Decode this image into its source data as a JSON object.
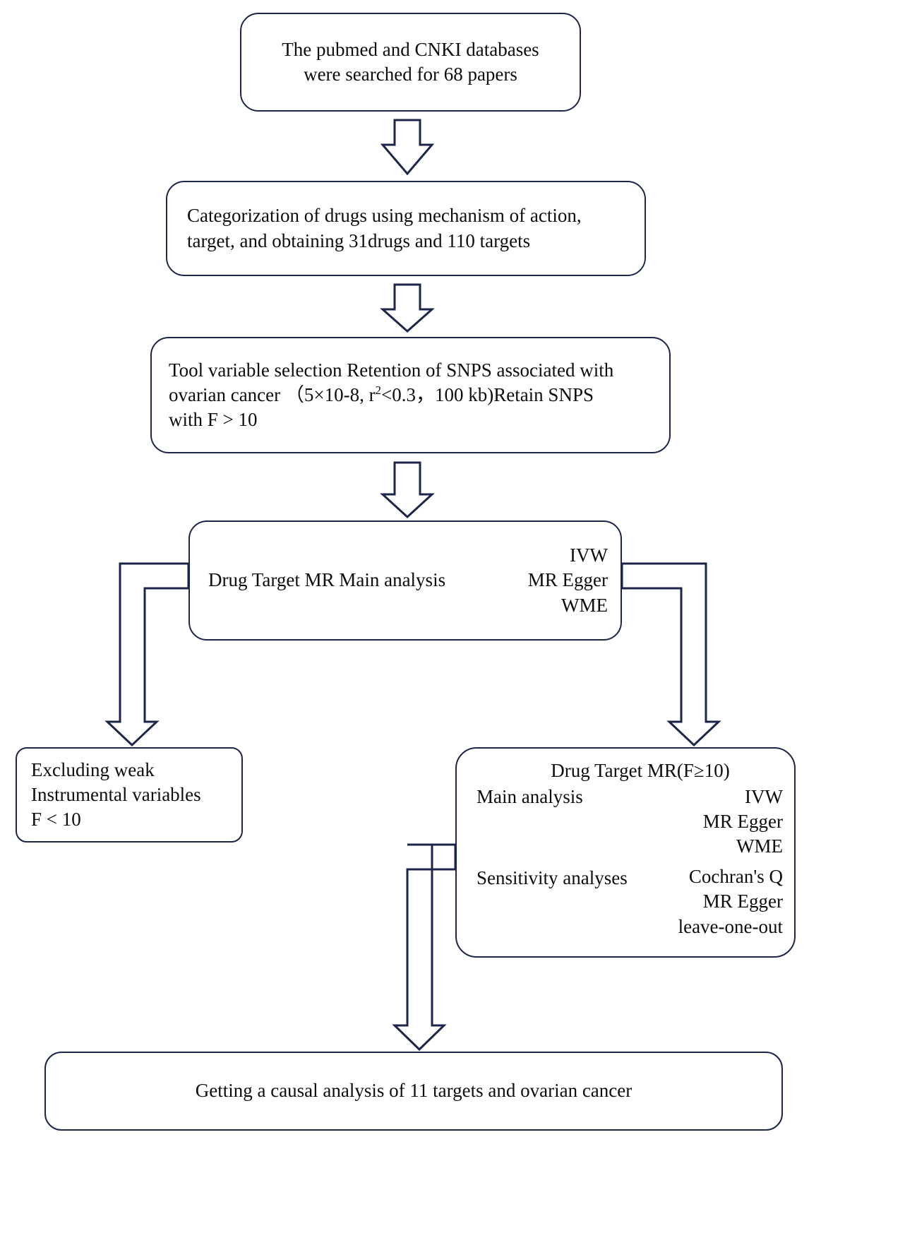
{
  "diagram": {
    "title": "Study flowchart of drug target Mendelian randomization for ovarian cancer",
    "accent_color": "#1c2649",
    "background_color": "#ffffff",
    "text_color": "#0d0d0d"
  },
  "nodes": {
    "search": {
      "id": "box-search",
      "line1": "The pubmed and CNKI databases",
      "line2": "were searched for 68 papers"
    },
    "categorization": {
      "id": "box-categorization",
      "line1": "Categorization of drugs using mechanism of action,",
      "line2": "target, and obtaining 31drugs and 110 targets"
    },
    "toolvar": {
      "id": "box-toolvar",
      "line1": "Tool variable selection Retention of SNPS associated with",
      "line2_a": "ovarian cancer （5×10-8, r",
      "line2_sup": "2",
      "line2_b": "<0.3，100 kb)Retain SNPS",
      "line3": "with F > 10"
    },
    "mr_main": {
      "id": "box-mrmain",
      "title": "Drug Target MR Main analysis",
      "methods": [
        "IVW",
        "MR Egger",
        "WME"
      ]
    },
    "excluding": {
      "id": "box-excluding",
      "line1": "Excluding weak",
      "line2": "Instrumental variables",
      "line3": "F < 10"
    },
    "mr_f10": {
      "id": "box-mrf10",
      "header": "Drug Target MR(F≥10)",
      "main_label": "Main analysis",
      "main_items": [
        "IVW",
        "MR Egger",
        "WME"
      ],
      "sensitivity_label": "Sensitivity analyses",
      "sensitivity_items": [
        "Cochran's Q",
        "MR Egger",
        "leave-one-out"
      ]
    },
    "result": {
      "id": "box-result",
      "text": "Getting a causal analysis of 11 targets and ovarian cancer"
    }
  },
  "connectors": [
    {
      "name": "arrow-search-to-categorization",
      "type": "block-arrow-down"
    },
    {
      "name": "arrow-categorization-to-toolvar",
      "type": "block-arrow-down"
    },
    {
      "name": "arrow-toolvar-to-mrmain",
      "type": "block-arrow-down"
    },
    {
      "name": "arrow-mrmain-to-excluding",
      "type": "elbow-block-arrow-down-left"
    },
    {
      "name": "arrow-mrmain-to-mrf10",
      "type": "elbow-block-arrow-down-right"
    },
    {
      "name": "arrow-mrf10-to-result",
      "type": "elbow-block-arrow-down-left"
    }
  ]
}
